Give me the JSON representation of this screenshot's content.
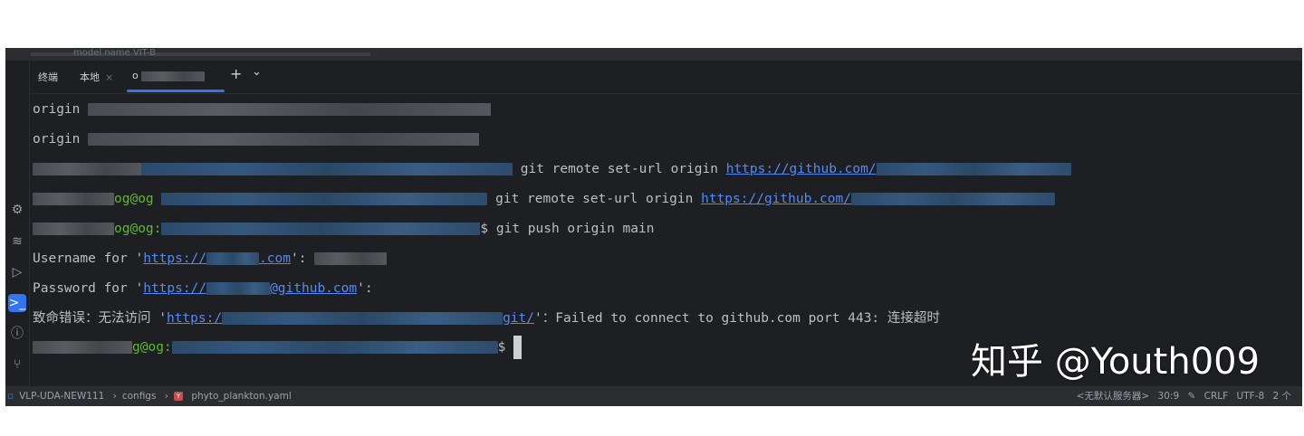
{
  "editor_breadcrumb": "model name  VIT-B",
  "tabs": [
    {
      "label": "终端",
      "closable": false
    },
    {
      "label": "本地",
      "closable": true
    },
    {
      "label": "o",
      "closable": false,
      "active": true
    }
  ],
  "tab_actions": {
    "add": "+",
    "dropdown": "⌄"
  },
  "terminal": {
    "lines": {
      "l1": {
        "text": "origin"
      },
      "l2": {
        "text": "origin"
      },
      "l3": {
        "cmd": "git remote set-url origin ",
        "url": "https://github.com/"
      },
      "l4": {
        "user": "og@og",
        "cmd": "git remote set-url origin ",
        "url": "https://github.com/"
      },
      "l5": {
        "user": "og@og:",
        "prompt": "$",
        "cmd": " git push origin main"
      },
      "l6": {
        "prefix": "Username for '",
        "url_a": "https://",
        "url_b": ".com",
        "suffix": "':"
      },
      "l7": {
        "prefix": "Password for '",
        "url_a": "https://",
        "url_b": "@github.com",
        "suffix": "':"
      },
      "l8": {
        "prefix": "致命错误：无法访问 '",
        "url_a": "https:/",
        "url_b": "git/",
        "suffix": "'：Failed to connect to github.com port 443: 连接超时"
      },
      "l9": {
        "user": "g@og:",
        "prompt": "$"
      }
    }
  },
  "status_bar": {
    "project": "VLP-UDA-NEW111",
    "folder": "configs",
    "file": "phyto_plankton.yaml",
    "server": "<无默认服务器>",
    "position": "30:9",
    "line_ending": "CRLF",
    "encoding": "UTF-8",
    "indent": "2 个"
  },
  "watermark": "知乎 @Youth009",
  "colors": {
    "background": "#1e1f22",
    "link": "#548af7",
    "accent": "#3574f0",
    "prompt_user": "#5fb832"
  }
}
